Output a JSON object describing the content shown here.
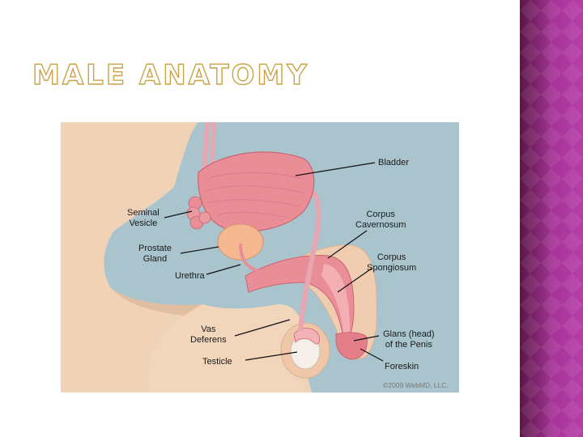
{
  "slide": {
    "title": "MALE ANATOMY",
    "accent_color": "#c9a347",
    "side_band_colors": [
      "#5a1746",
      "#a8349a"
    ]
  },
  "figure": {
    "labels": {
      "bladder": "Bladder",
      "seminal_vesicle": [
        "Seminal",
        "Vesicle"
      ],
      "prostate_gland": [
        "Prostate",
        "Gland"
      ],
      "urethra": "Urethra",
      "vas_deferens": [
        "Vas",
        "Deferens"
      ],
      "testicle": "Testicle",
      "corpus_cavernosum": [
        "Corpus",
        "Cavernosum"
      ],
      "corpus_spongiosum": [
        "Corpus",
        "Spongiosum"
      ],
      "glans": [
        "Glans (head)",
        "of the Penis"
      ],
      "foreskin": "Foreskin"
    },
    "credit": "©2009 WebMD, LLC.",
    "colors": {
      "background": "#a9c4cd",
      "skin": "#f0d2b7",
      "skin_shadow": "#d9b092",
      "organ": "#e98e97",
      "organ_dark": "#c96572",
      "prostate": "#f5b890"
    }
  }
}
